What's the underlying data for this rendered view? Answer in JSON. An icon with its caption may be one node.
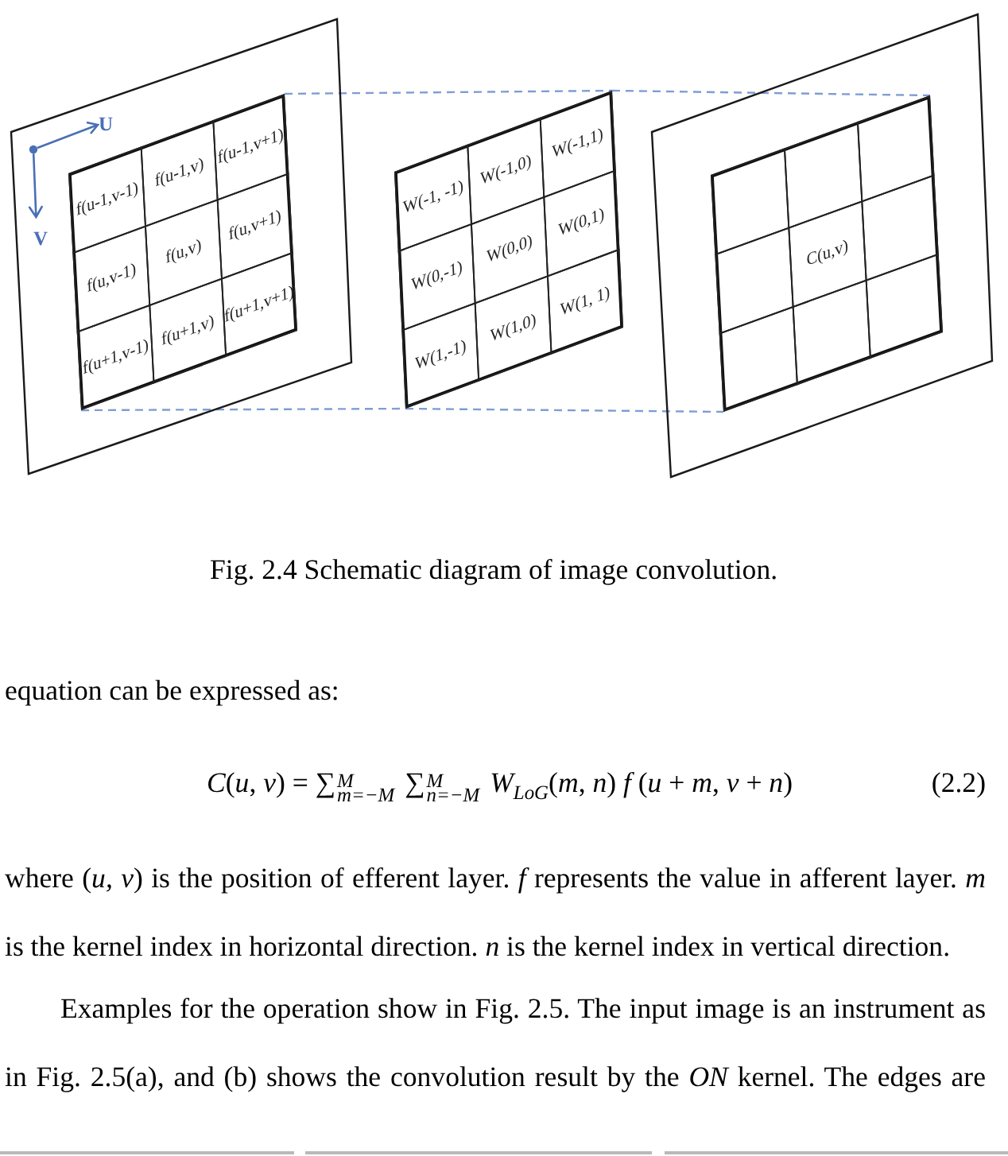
{
  "diagram": {
    "caption": "Fig. 2.4 Schematic diagram of image convolution.",
    "nodes": [
      {
        "text": [],
        "shape": "box"
      },
      {
        "text": [],
        "shape": "box",
        "in": 0
      },
      {
        "text": [
          "f(u-1,v-1)"
        ],
        "in": 1
      },
      {
        "text": [
          "f(u-1,v)"
        ],
        "in": 1
      },
      {
        "text": [
          "f(u-1,v+1)"
        ],
        "in": 1
      },
      {
        "text": [
          "f(u,v-1)"
        ],
        "in": 1
      },
      {
        "text": [
          "f(u,v)"
        ],
        "in": 1
      },
      {
        "text": [
          "f(u,v+1)"
        ],
        "in": 1
      },
      {
        "text": [
          "f(u+1,v-1)"
        ],
        "in": 1
      },
      {
        "text": [
          "f(u+1,v)"
        ],
        "in": 1
      },
      {
        "text": [
          "f(u+1,v+1)"
        ],
        "in": 1
      },
      {
        "text": [],
        "shape": "box"
      },
      {
        "text": [
          "W(-1, -1)"
        ],
        "in": 11
      },
      {
        "text": [
          "W(-1,0)"
        ],
        "in": 11
      },
      {
        "text": [
          "W(-1,1)"
        ],
        "in": 11
      },
      {
        "text": [
          "W(0,-1)"
        ],
        "in": 11
      },
      {
        "text": [
          "W(0,0)"
        ],
        "in": 11
      },
      {
        "text": [
          "W(0,1)"
        ],
        "in": 11
      },
      {
        "text": [
          "W(1,-1)"
        ],
        "in": 11
      },
      {
        "text": [
          "W(1,0)"
        ],
        "in": 11
      },
      {
        "text": [
          "W(1, 1)"
        ],
        "in": 11
      },
      {
        "text": [],
        "shape": "box"
      },
      {
        "text": [],
        "shape": "box",
        "in": 21
      },
      {
        "text": [],
        "shape": "box",
        "in": 22
      },
      {
        "text": [],
        "shape": "box",
        "in": 22
      },
      {
        "text": [],
        "shape": "box",
        "in": 22
      },
      {
        "text": [],
        "shape": "box",
        "in": 22
      },
      {
        "text": [
          "C(u,v)"
        ],
        "in": 22
      },
      {
        "text": [],
        "shape": "box",
        "in": 22
      },
      {
        "text": [],
        "shape": "box",
        "in": 22
      },
      {
        "text": [],
        "shape": "box",
        "in": 22
      },
      {
        "text": [],
        "shape": "box",
        "in": 22
      }
    ],
    "edges": [
      {
        "from": 1,
        "to": 11,
        "arrow": "none",
        "style": "dashed",
        "color": "#7f9dd4"
      },
      {
        "from": 11,
        "to": 22,
        "arrow": "none",
        "style": "dashed",
        "color": "#7f9dd4"
      },
      {
        "from": 1,
        "to": 11,
        "arrow": "none",
        "style": "dashed",
        "color": "#7f9dd4"
      },
      {
        "from": 11,
        "to": 22,
        "arrow": "none",
        "style": "dashed",
        "color": "#7f9dd4"
      }
    ],
    "labels": [
      "U",
      "V",
      "equation can be expressed as:",
      "*C*(*u*, *v*) = ∑$^{M}$$_{m=−M}$ ∑$^{M}$$_{n=−M}$ *W*$_{LoG}$(*m*, *n*) *f* (*u* + *m*, *v* + *n*)",
      "(2.2)",
      "where (*u, v*) is the position of efferent layer. *f* represents the value in afferent layer. *m* is the kernel index in horizontal direction. *n* is the kernel index in vertical direction.",
      "Examples for the operation show in Fig. 2.5. The input image is an instrument as in Fig. 2.5(a), and (b) shows the convolution result by the *ON* kernel. The edges are"
    ]
  }
}
